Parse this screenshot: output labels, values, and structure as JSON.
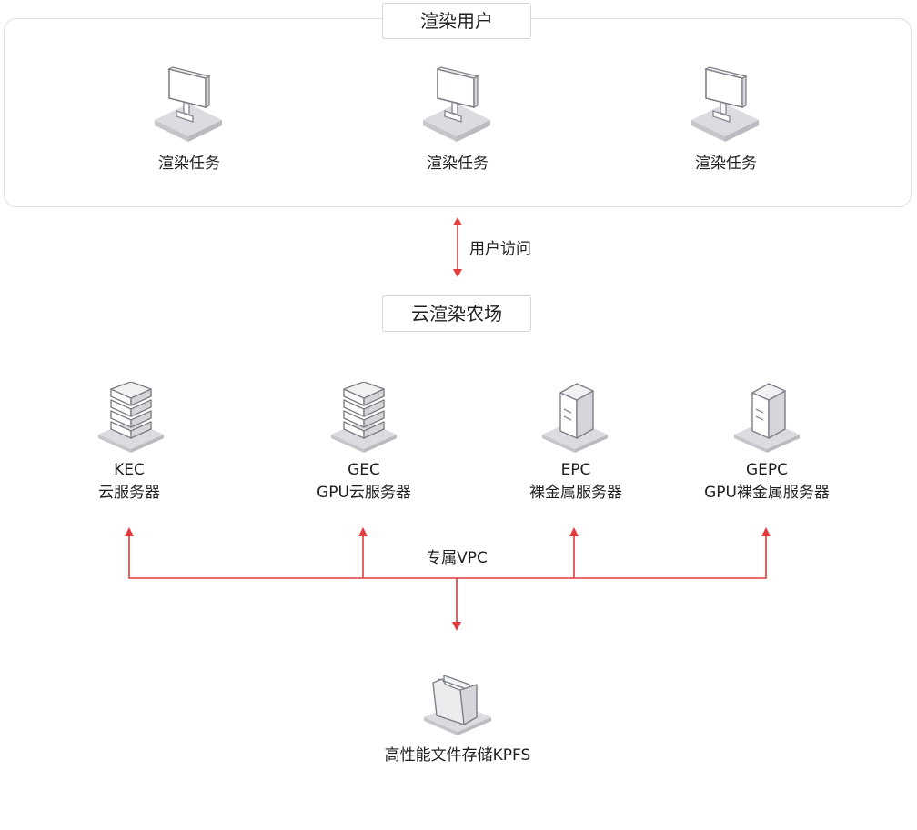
{
  "users_panel": {
    "title": "渲染用户",
    "tasks": [
      {
        "label": "渲染任务",
        "icon": "monitor-icon"
      },
      {
        "label": "渲染任务",
        "icon": "monitor-icon"
      },
      {
        "label": "渲染任务",
        "icon": "monitor-icon"
      }
    ]
  },
  "user_access": {
    "label": "用户访问"
  },
  "farm_panel": {
    "title": "云渲染农场",
    "servers": [
      {
        "line1": "KEC",
        "line2": "云服务器",
        "icon": "server-stack-icon"
      },
      {
        "line1": "GEC",
        "line2": "GPU云服务器",
        "icon": "server-stack-icon"
      },
      {
        "line1": "EPC",
        "line2": "裸金属服务器",
        "icon": "tower-server-icon"
      },
      {
        "line1": "GEPC",
        "line2": "GPU裸金属服务器",
        "icon": "tower-server-icon"
      }
    ],
    "vpc_label": "专属VPC",
    "storage": {
      "label": "高性能文件存储KPFS",
      "icon": "folder-icon"
    }
  },
  "colors": {
    "arrow": "#e5393a",
    "border": "#dcdfe6",
    "zone_fill": "#f7f8fa"
  }
}
